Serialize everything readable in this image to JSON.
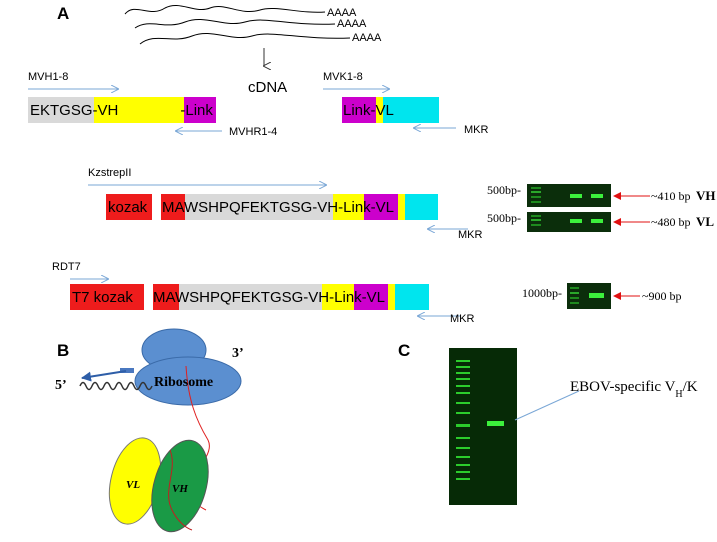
{
  "panel_a": {
    "label": "A",
    "poly_a": [
      "AAAA",
      "AAAA",
      "AAAA"
    ],
    "cdna": "cDNA",
    "primers": {
      "mvh_fwd": "MVH1-8",
      "mvh_rev": "MVHR1-4",
      "mvk_fwd": "MVK1-8",
      "mkr_1": "MKR",
      "kzstrep": "KzstrepII",
      "mkr_2": "MKR",
      "rdt7": "RDT7",
      "mkr_3": "MKR"
    },
    "construct_vh": {
      "seg1": "EKTGSG-",
      "seg2": "VH",
      "seg3": "-",
      "seg4": "Link"
    },
    "construct_vl": {
      "seg1": "Link",
      "seg2": "-",
      "seg3": "VL"
    },
    "construct_scfv": {
      "seg1": "kozak",
      "seg2": "MA",
      "seg3": "WSHPQFEKTGSG-",
      "seg4": "VH-",
      "seg5": "Link",
      "seg6": "-",
      "seg7": "VL"
    },
    "construct_t7": {
      "seg1": "T7 kozak",
      "seg2": "MA",
      "seg3": "WSHPQFEKTGSG-",
      "seg4": "VH-",
      "seg5": "Link",
      "seg6": "-",
      "seg7": "VL"
    },
    "gels": {
      "vh_marker": "500bp-",
      "vh_size": "~410 bp",
      "vh_name": "VH",
      "vl_marker": "500bp-",
      "vl_size": "~480 bp",
      "vl_name": "VL",
      "full_marker": "1000bp-",
      "full_size": "~900 bp"
    }
  },
  "panel_b": {
    "label": "B",
    "five_prime": "5’",
    "three_prime": "3’",
    "ribosome": "Ribosome",
    "vl": "VL",
    "vh": "VH"
  },
  "panel_c": {
    "label": "C",
    "annotation": "EBOV-specific V",
    "annotation_sub": "H",
    "annotation_tail": "/K"
  },
  "colors": {
    "grey": "#d9d9d9",
    "yellow": "#ffff00",
    "magenta": "#cc00cc",
    "cyan": "#00e5ee",
    "red": "#ee1c1c",
    "arrow_blue": "#7aa7d6",
    "ribosome_blue": "#5b8fd0",
    "vh_green": "#1a9a46",
    "gel_green": "#22d022"
  }
}
